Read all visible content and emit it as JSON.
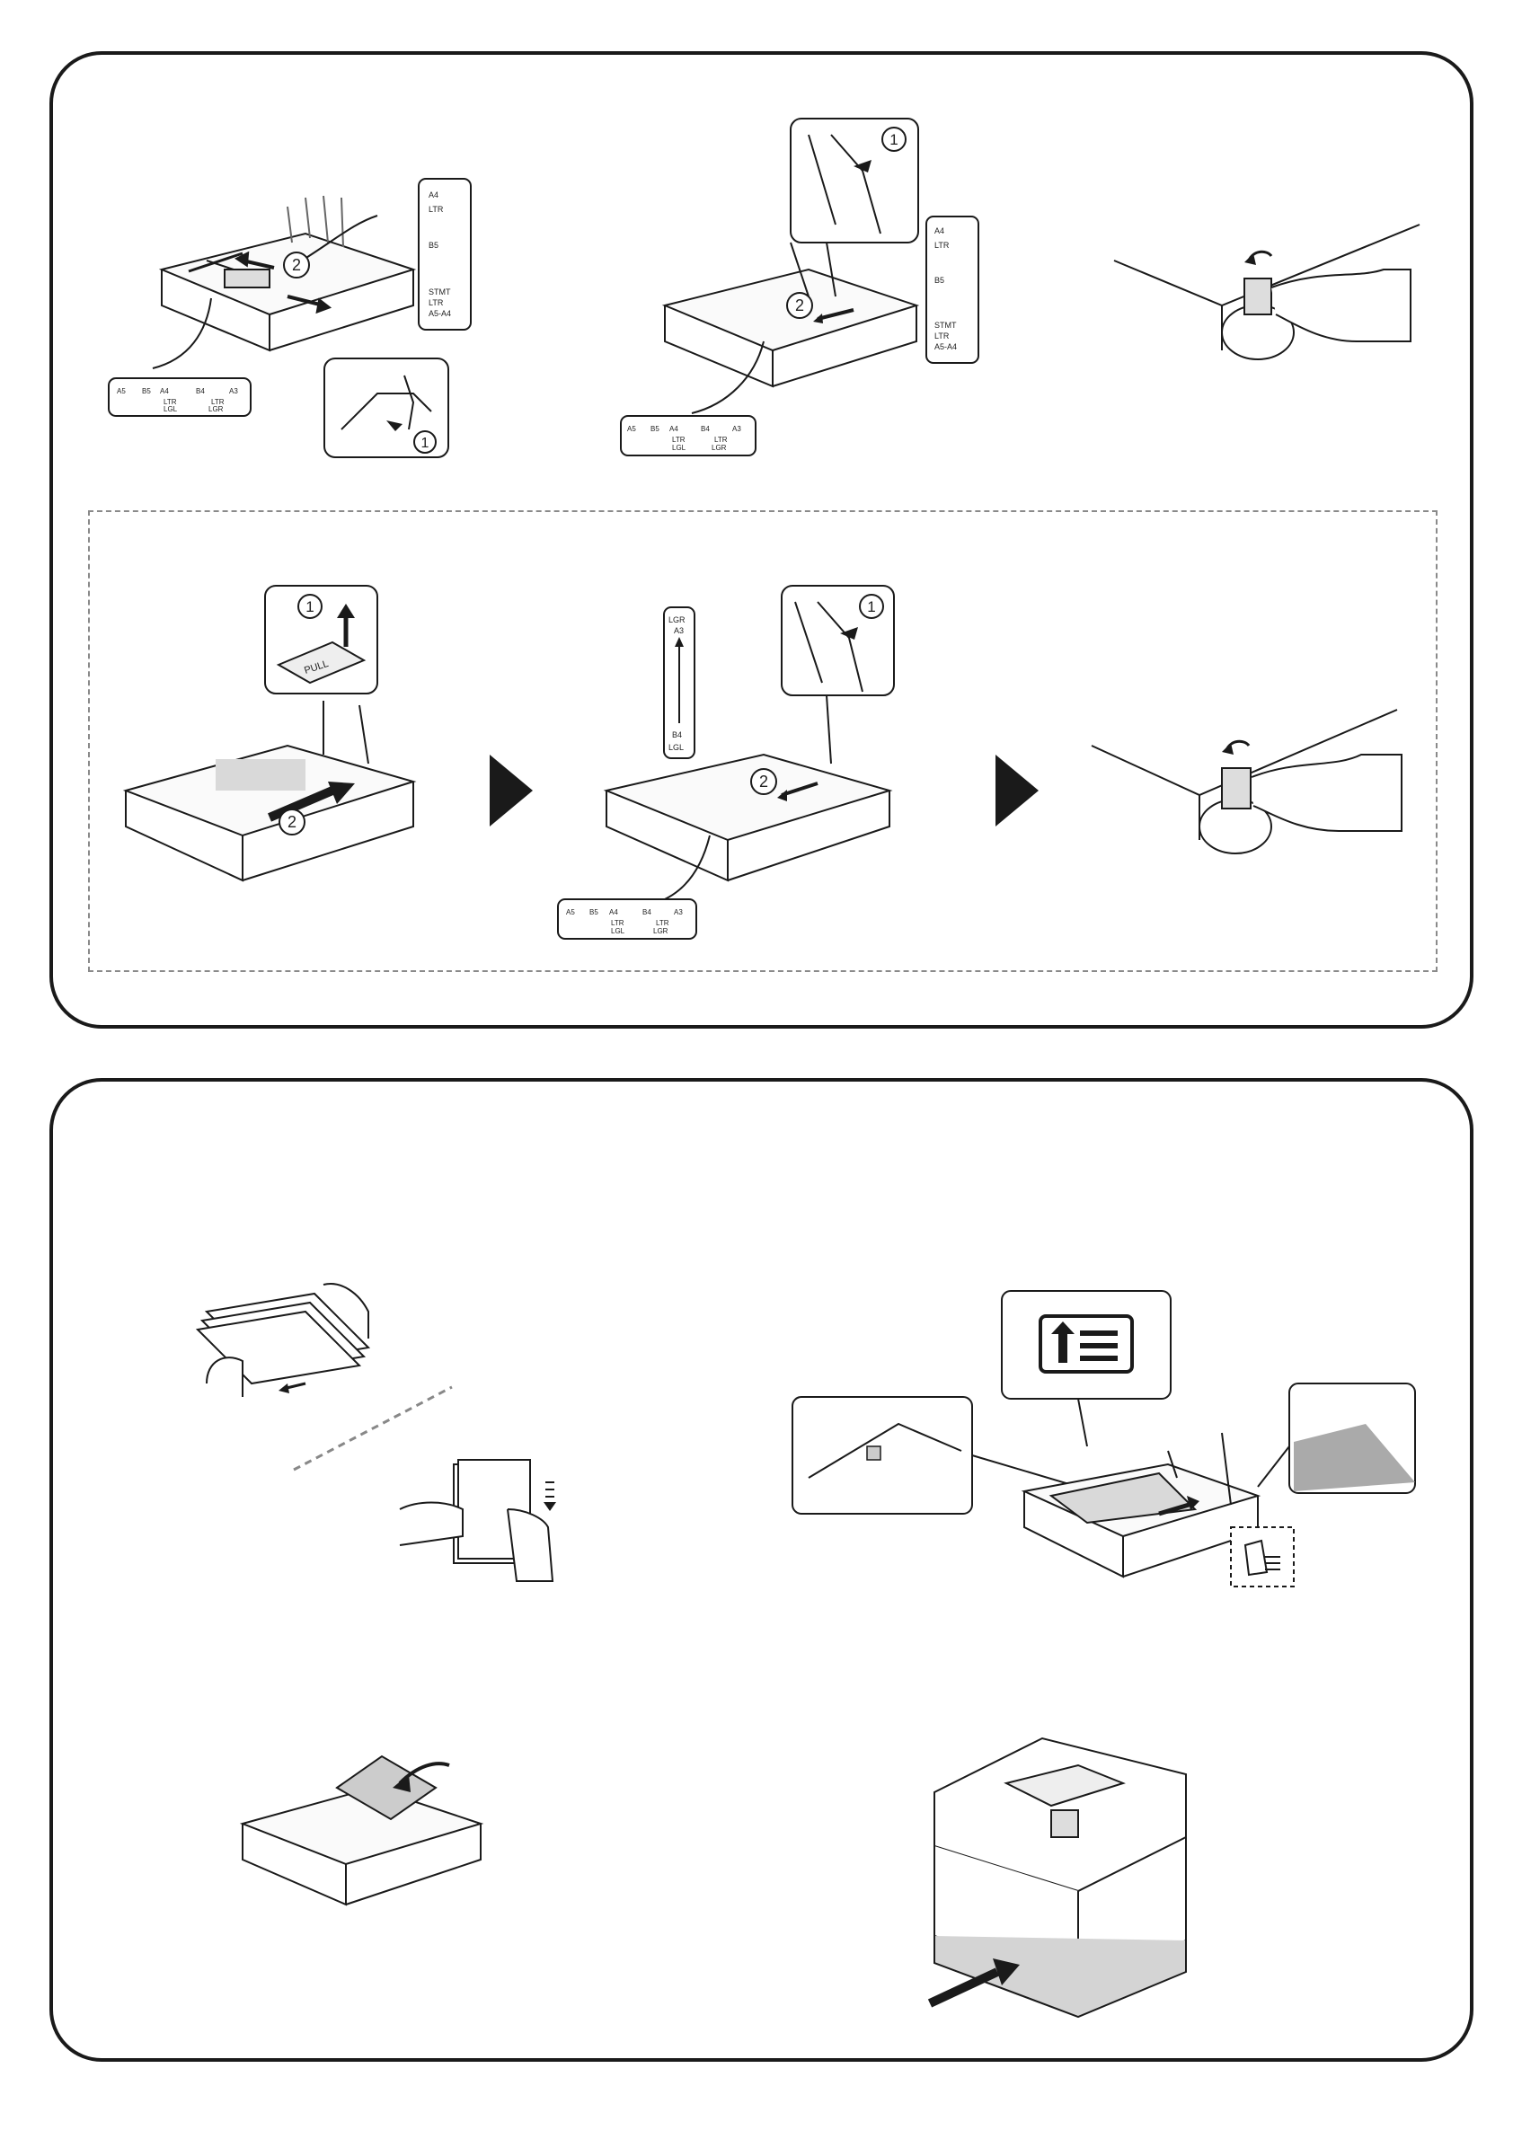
{
  "callouts": {
    "n1": "1",
    "n2": "2"
  },
  "scales": {
    "width_guide": {
      "ticks": [
        "A5",
        "B5",
        "A4",
        "B4",
        "A3"
      ],
      "sub_ticks": [
        "LTR",
        "LGL",
        "LTR",
        "LGR"
      ],
      "glyph": "▢"
    },
    "length_guide_a": [
      "A4",
      "LTR",
      "B5",
      "STMT",
      "LTR",
      "A5-A4"
    ],
    "length_guide_b": [
      "LGR",
      "A3",
      "B4",
      "LGL"
    ]
  },
  "pull_tab": "PULL",
  "icons": {
    "paper_load": "paper-load-icon",
    "paper_max_line": "paper-max-line-icon",
    "next_step": "play-triangle-icon"
  }
}
